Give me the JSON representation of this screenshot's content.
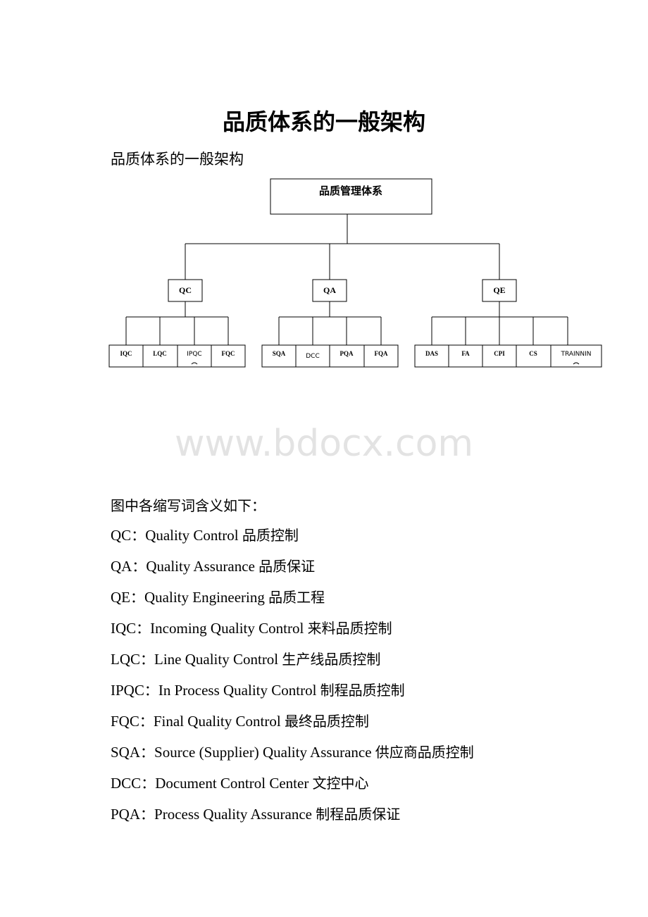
{
  "doc": {
    "title": "品质体系的一般架构",
    "subtitle": "品质体系的一般架构",
    "watermark": "www.bdocx.com",
    "intro": "图中各缩写词含义如下："
  },
  "org_chart": {
    "root": "品质管理体系",
    "branches": [
      {
        "label": "QC",
        "children": [
          "IQC",
          "LQC",
          "IPQC",
          "FQC"
        ]
      },
      {
        "label": "QA",
        "children": [
          "SQA",
          "DCC",
          "PQA",
          "FQA"
        ]
      },
      {
        "label": "QE",
        "children": [
          "DAS",
          "FA",
          "CPI",
          "CS",
          "TRAINNIN"
        ]
      }
    ]
  },
  "definitions": [
    {
      "abbr": "QC",
      "en": "Quality Control",
      "cn": "品质控制"
    },
    {
      "abbr": "QA",
      "en": "Quality Assurance",
      "cn": "品质保证"
    },
    {
      "abbr": "QE",
      "en": "Quality Engineering",
      "cn": "品质工程"
    },
    {
      "abbr": "IQC",
      "en": "Incoming Quality Control",
      "cn": "来料品质控制"
    },
    {
      "abbr": "LQC",
      "en": "Line Quality Control",
      "cn": "生产线品质控制"
    },
    {
      "abbr": "IPQC",
      "en": "In Process Quality Control",
      "cn": "制程品质控制"
    },
    {
      "abbr": "FQC",
      "en": "Final Quality Control",
      "cn": "最终品质控制"
    },
    {
      "abbr": "SQA",
      "en": "Source (Supplier) Quality Assurance",
      "cn": "供应商品质控制"
    },
    {
      "abbr": "DCC",
      "en": "Document Control Center",
      "cn": "文控中心"
    },
    {
      "abbr": "PQA",
      "en": "Process Quality Assurance",
      "cn": "制程品质保证"
    }
  ]
}
